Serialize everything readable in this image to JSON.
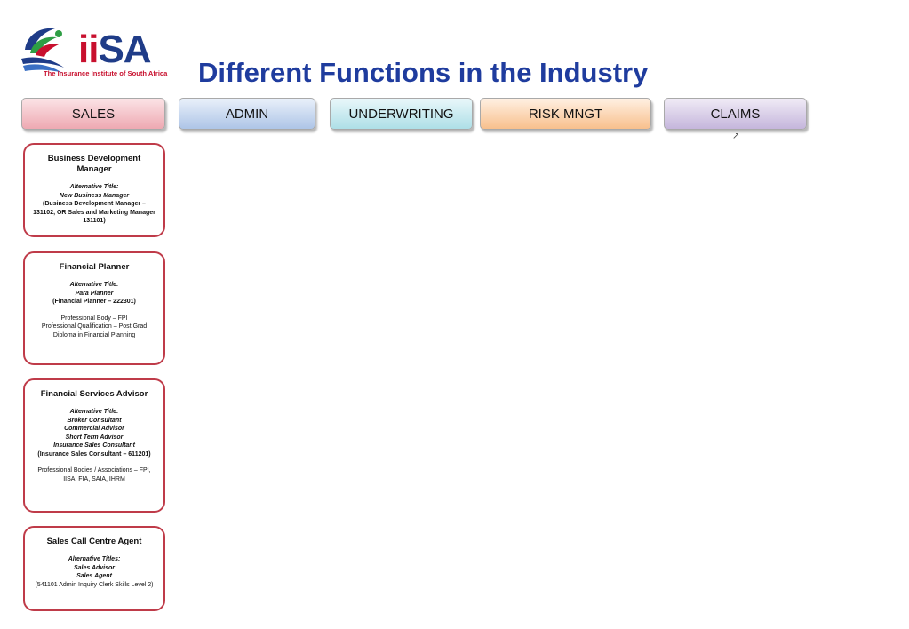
{
  "logo": {
    "word_left": "ii",
    "word_right": "SA",
    "tagline": "The Insurance Institute of South Africa",
    "colors": {
      "red": "#c8102e",
      "blue": "#1f3c88",
      "green": "#2e9e44"
    }
  },
  "title": "Different Functions in the Industry",
  "tabs": [
    {
      "label": "SALES",
      "color": "#eea9b2"
    },
    {
      "label": "ADMIN",
      "color": "#aec5e7"
    },
    {
      "label": "UNDERWRITING",
      "color": "#aedfe7"
    },
    {
      "label": "RISK MNGT",
      "color": "#f8c08d"
    },
    {
      "label": "CLAIMS",
      "color": "#c5b6dc"
    }
  ],
  "cards": [
    {
      "title": "Business Development Manager",
      "alt_label": "Alternative Title:",
      "alt_items": [
        "New Business Manager"
      ],
      "code": "(Business Development Manager – 131102, OR Sales and Marketing Manager 131101)"
    },
    {
      "title": "Financial Planner",
      "alt_label": "Alternative Title:",
      "alt_items": [
        "Para Planner"
      ],
      "code": "(Financial Planner – 222301)",
      "body": [
        "Professional Body – FPI",
        "Professional Qualification – Post Grad Diploma in Financial Planning"
      ]
    },
    {
      "title": "Financial Services Advisor",
      "alt_label": "Alternative Title:",
      "alt_items": [
        "Broker Consultant",
        "Commercial Advisor",
        "Short Term Advisor",
        "Insurance Sales Consultant"
      ],
      "code": "(Insurance Sales Consultant – 611201)",
      "body": [
        "Professional Bodies / Associations – FPI, IISA, FIA, SAIA, IHRM"
      ]
    },
    {
      "title": "Sales Call Centre Agent",
      "alt_label": "Alternative Titles:",
      "alt_items": [
        "Sales Advisor",
        "Sales Agent"
      ],
      "code": "(541101 Admin Inquiry Clerk Skills Level 2)"
    }
  ]
}
